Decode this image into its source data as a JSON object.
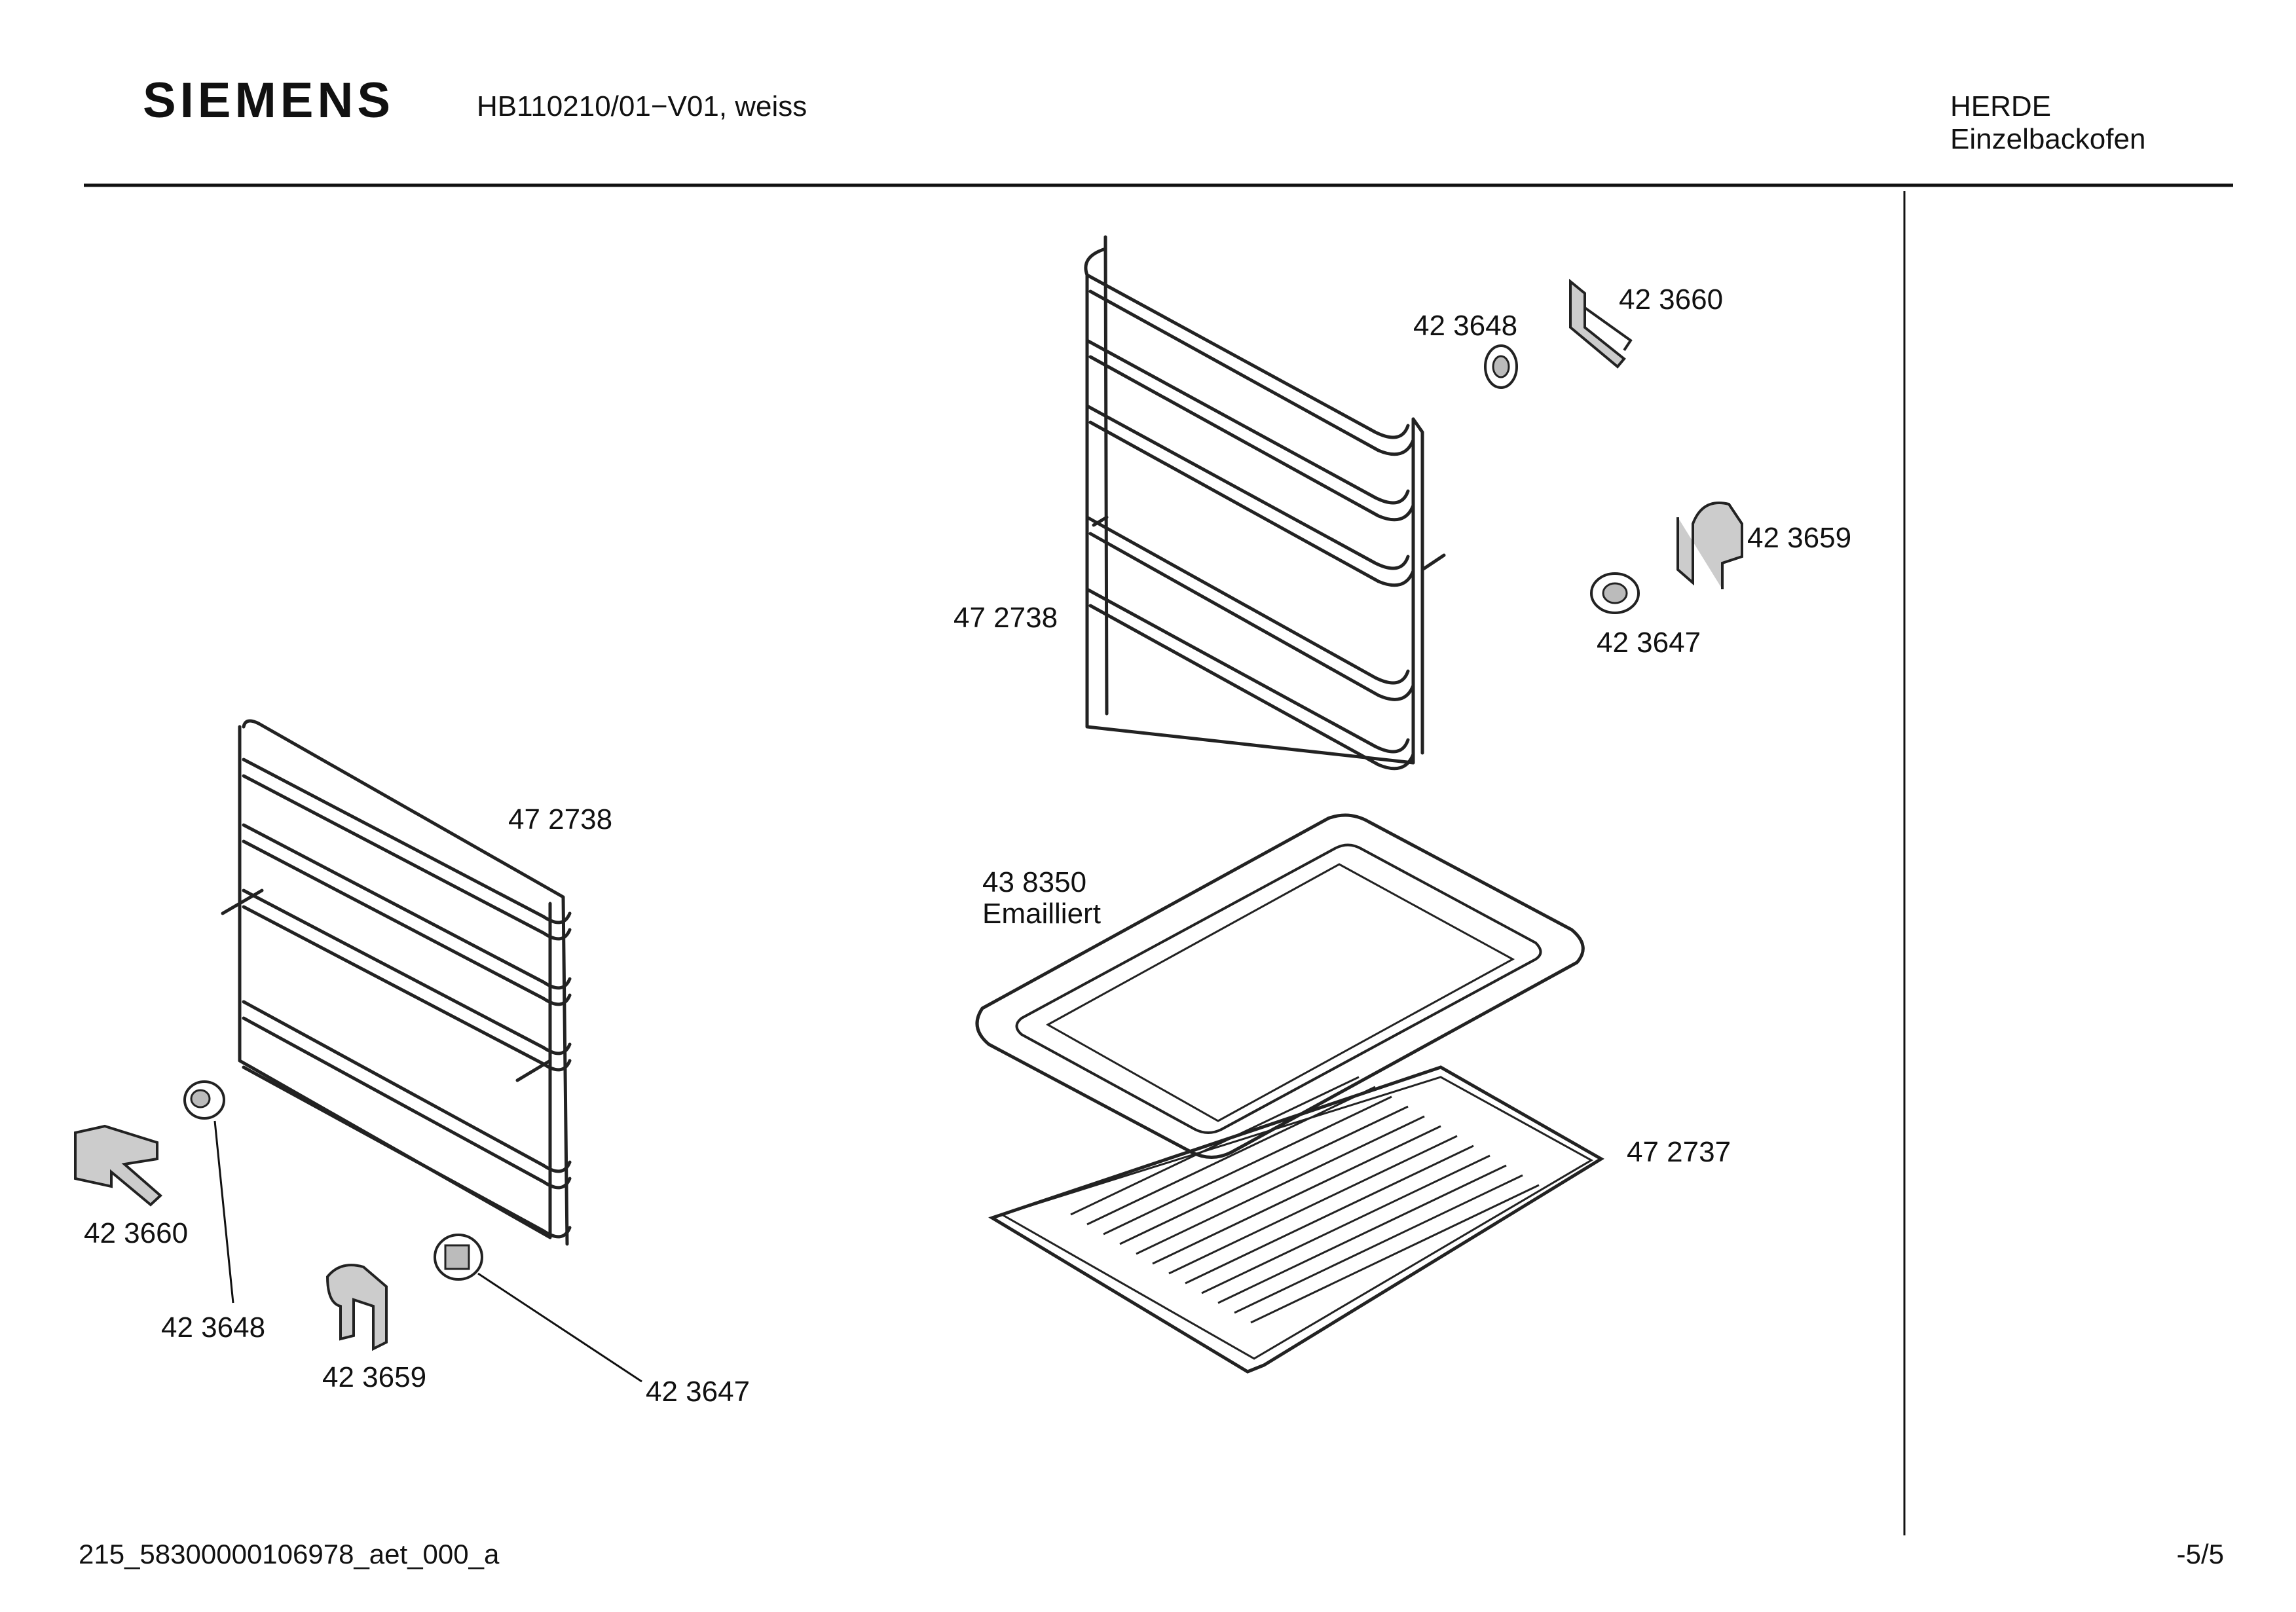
{
  "header": {
    "brand": "SIEMENS",
    "model": "HB110210/01−V01, weiss",
    "category": "HERDE",
    "subcategory": "Einzelbackofen"
  },
  "parts": {
    "rack_right_upper": "47 2738",
    "rack_left_lower": "47 2738",
    "clip_top_small": "42 3648",
    "clip_top_bracket": "42 3660",
    "clip_right_hook": "42 3659",
    "clip_right_nut": "42 3647",
    "tray_number": "43 8350",
    "tray_finish": "Emailliert",
    "grid_shelf": "47 2737",
    "clip_left_bracket": "42 3660",
    "clip_left_small": "42 3648",
    "clip_left_hook": "42 3659",
    "clip_left_nut": "42 3647"
  },
  "footer": {
    "doc_id": "215_58300000106978_aet_000_a",
    "page": "-5/5"
  }
}
